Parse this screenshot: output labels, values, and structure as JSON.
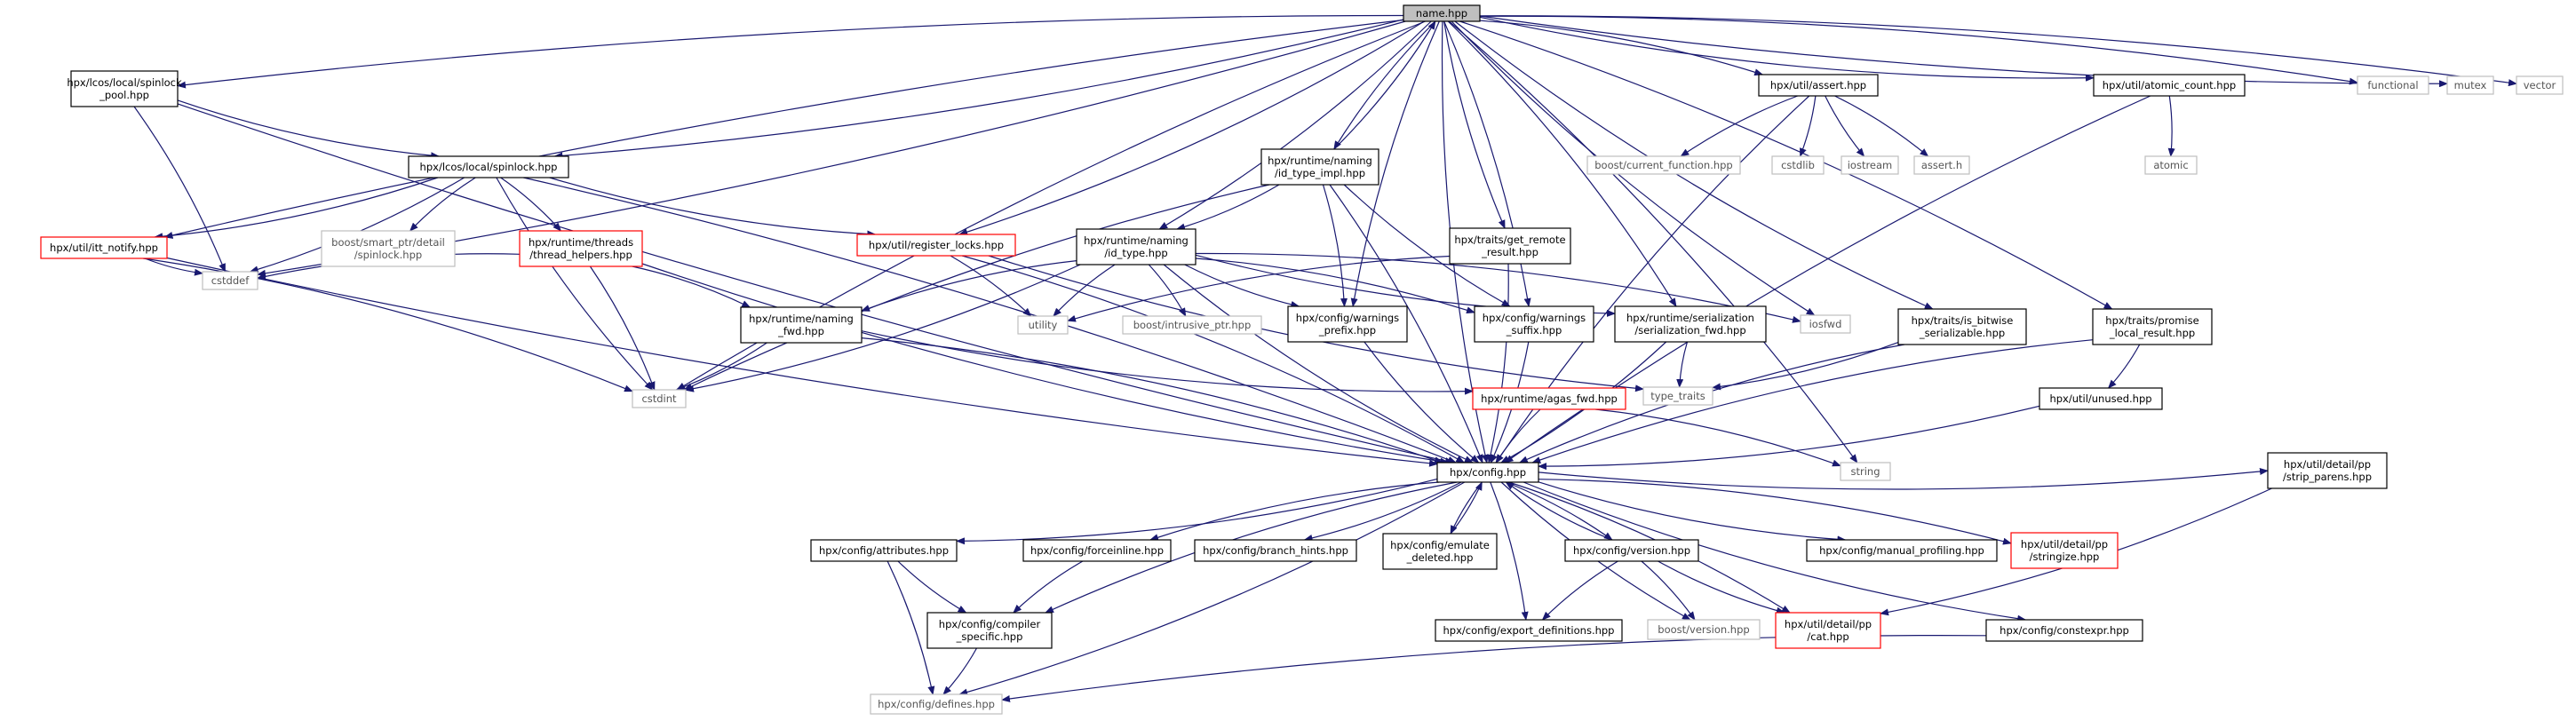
{
  "diagram": {
    "nodes": [
      {
        "id": "name",
        "lines": [
          "name.hpp"
        ],
        "style": "root"
      },
      {
        "id": "spinlock_pool",
        "lines": [
          "hpx/lcos/local/spinlock",
          "_pool.hpp"
        ],
        "style": "normal"
      },
      {
        "id": "spinlock",
        "lines": [
          "hpx/lcos/local/spinlock.hpp"
        ],
        "style": "normal"
      },
      {
        "id": "itt_notify",
        "lines": [
          "hpx/util/itt_notify.hpp"
        ],
        "style": "truncated"
      },
      {
        "id": "cstddef",
        "lines": [
          "cstddef"
        ],
        "style": "missing"
      },
      {
        "id": "smart_ptr",
        "lines": [
          "boost/smart_ptr/detail",
          "/spinlock.hpp"
        ],
        "style": "missing"
      },
      {
        "id": "thread_helpers",
        "lines": [
          "hpx/runtime/threads",
          "/thread_helpers.hpp"
        ],
        "style": "truncated"
      },
      {
        "id": "register_locks",
        "lines": [
          "hpx/util/register_locks.hpp"
        ],
        "style": "truncated"
      },
      {
        "id": "id_type_impl",
        "lines": [
          "hpx/runtime/naming",
          "/id_type_impl.hpp"
        ],
        "style": "normal"
      },
      {
        "id": "id_type",
        "lines": [
          "hpx/runtime/naming",
          "/id_type.hpp"
        ],
        "style": "normal"
      },
      {
        "id": "naming_fwd",
        "lines": [
          "hpx/runtime/naming",
          "_fwd.hpp"
        ],
        "style": "normal"
      },
      {
        "id": "cstdint",
        "lines": [
          "cstdint"
        ],
        "style": "missing"
      },
      {
        "id": "utility",
        "lines": [
          "utility"
        ],
        "style": "missing"
      },
      {
        "id": "intrusive_ptr",
        "lines": [
          "boost/intrusive_ptr.hpp"
        ],
        "style": "missing"
      },
      {
        "id": "warnings_prefix",
        "lines": [
          "hpx/config/warnings",
          "_prefix.hpp"
        ],
        "style": "normal"
      },
      {
        "id": "warnings_suffix",
        "lines": [
          "hpx/config/warnings",
          "_suffix.hpp"
        ],
        "style": "normal"
      },
      {
        "id": "get_remote_result",
        "lines": [
          "hpx/traits/get_remote",
          "_result.hpp"
        ],
        "style": "normal"
      },
      {
        "id": "serialization_fwd",
        "lines": [
          "hpx/runtime/serialization",
          "/serialization_fwd.hpp"
        ],
        "style": "normal"
      },
      {
        "id": "iosfwd",
        "lines": [
          "iosfwd"
        ],
        "style": "missing"
      },
      {
        "id": "type_traits",
        "lines": [
          "type_traits"
        ],
        "style": "missing"
      },
      {
        "id": "agas_fwd",
        "lines": [
          "hpx/runtime/agas_fwd.hpp"
        ],
        "style": "truncated"
      },
      {
        "id": "assert",
        "lines": [
          "hpx/util/assert.hpp"
        ],
        "style": "normal"
      },
      {
        "id": "current_function",
        "lines": [
          "boost/current_function.hpp"
        ],
        "style": "missing"
      },
      {
        "id": "cstdlib",
        "lines": [
          "cstdlib"
        ],
        "style": "missing"
      },
      {
        "id": "iostream",
        "lines": [
          "iostream"
        ],
        "style": "missing"
      },
      {
        "id": "assert_h",
        "lines": [
          "assert.h"
        ],
        "style": "missing"
      },
      {
        "id": "atomic_count",
        "lines": [
          "hpx/util/atomic_count.hpp"
        ],
        "style": "normal"
      },
      {
        "id": "atomic",
        "lines": [
          "atomic"
        ],
        "style": "missing"
      },
      {
        "id": "functional",
        "lines": [
          "functional"
        ],
        "style": "missing"
      },
      {
        "id": "mutex",
        "lines": [
          "mutex"
        ],
        "style": "missing"
      },
      {
        "id": "vector",
        "lines": [
          "vector"
        ],
        "style": "missing"
      },
      {
        "id": "is_bitwise",
        "lines": [
          "hpx/traits/is_bitwise",
          "_serializable.hpp"
        ],
        "style": "normal"
      },
      {
        "id": "promise_local",
        "lines": [
          "hpx/traits/promise",
          "_local_result.hpp"
        ],
        "style": "normal"
      },
      {
        "id": "unused",
        "lines": [
          "hpx/util/unused.hpp"
        ],
        "style": "normal"
      },
      {
        "id": "strip_parens",
        "lines": [
          "hpx/util/detail/pp",
          "/strip_parens.hpp"
        ],
        "style": "normal"
      },
      {
        "id": "string",
        "lines": [
          "string"
        ],
        "style": "missing"
      },
      {
        "id": "config",
        "lines": [
          "hpx/config.hpp"
        ],
        "style": "normal"
      },
      {
        "id": "attributes",
        "lines": [
          "hpx/config/attributes.hpp"
        ],
        "style": "normal"
      },
      {
        "id": "forceinline",
        "lines": [
          "hpx/config/forceinline.hpp"
        ],
        "style": "normal"
      },
      {
        "id": "branch_hints",
        "lines": [
          "hpx/config/branch_hints.hpp"
        ],
        "style": "normal"
      },
      {
        "id": "emulate_deleted",
        "lines": [
          "hpx/config/emulate",
          "_deleted.hpp"
        ],
        "style": "normal"
      },
      {
        "id": "version",
        "lines": [
          "hpx/config/version.hpp"
        ],
        "style": "normal"
      },
      {
        "id": "manual_profiling",
        "lines": [
          "hpx/config/manual_profiling.hpp"
        ],
        "style": "normal"
      },
      {
        "id": "stringize",
        "lines": [
          "hpx/util/detail/pp",
          "/stringize.hpp"
        ],
        "style": "truncated"
      },
      {
        "id": "compiler_specific",
        "lines": [
          "hpx/config/compiler",
          "_specific.hpp"
        ],
        "style": "normal"
      },
      {
        "id": "export_definitions",
        "lines": [
          "hpx/config/export_definitions.hpp"
        ],
        "style": "normal"
      },
      {
        "id": "boost_version",
        "lines": [
          "boost/version.hpp"
        ],
        "style": "missing"
      },
      {
        "id": "cat",
        "lines": [
          "hpx/util/detail/pp",
          "/cat.hpp"
        ],
        "style": "truncated"
      },
      {
        "id": "constexpr",
        "lines": [
          "hpx/config/constexpr.hpp"
        ],
        "style": "normal"
      },
      {
        "id": "defines",
        "lines": [
          "hpx/config/defines.hpp"
        ],
        "style": "missing"
      }
    ],
    "edges": [
      [
        "name",
        "spinlock_pool"
      ],
      [
        "name",
        "spinlock"
      ],
      [
        "name",
        "itt_notify"
      ],
      [
        "name",
        "cstddef"
      ],
      [
        "name",
        "cstdint"
      ],
      [
        "name",
        "register_locks"
      ],
      [
        "name",
        "id_type_impl"
      ],
      [
        "name",
        "id_type"
      ],
      [
        "name",
        "warnings_prefix"
      ],
      [
        "name",
        "warnings_suffix"
      ],
      [
        "name",
        "get_remote_result"
      ],
      [
        "name",
        "serialization_fwd"
      ],
      [
        "name",
        "iosfwd"
      ],
      [
        "name",
        "assert"
      ],
      [
        "name",
        "atomic_count"
      ],
      [
        "name",
        "functional"
      ],
      [
        "name",
        "mutex"
      ],
      [
        "name",
        "vector"
      ],
      [
        "name",
        "is_bitwise"
      ],
      [
        "name",
        "promise_local"
      ],
      [
        "name",
        "config"
      ],
      [
        "name",
        "string"
      ],
      [
        "spinlock_pool",
        "spinlock"
      ],
      [
        "spinlock_pool",
        "cstddef"
      ],
      [
        "spinlock_pool",
        "config"
      ],
      [
        "spinlock",
        "itt_notify"
      ],
      [
        "spinlock",
        "smart_ptr"
      ],
      [
        "spinlock",
        "thread_helpers"
      ],
      [
        "spinlock",
        "register_locks"
      ],
      [
        "spinlock",
        "cstddef"
      ],
      [
        "spinlock",
        "cstdint"
      ],
      [
        "spinlock",
        "config"
      ],
      [
        "itt_notify",
        "cstddef"
      ],
      [
        "itt_notify",
        "cstdint"
      ],
      [
        "itt_notify",
        "config"
      ],
      [
        "thread_helpers",
        "naming_fwd"
      ],
      [
        "thread_helpers",
        "cstddef"
      ],
      [
        "thread_helpers",
        "cstdint"
      ],
      [
        "thread_helpers",
        "config"
      ],
      [
        "register_locks",
        "utility"
      ],
      [
        "register_locks",
        "type_traits"
      ],
      [
        "register_locks",
        "config"
      ],
      [
        "id_type_impl",
        "name"
      ],
      [
        "id_type_impl",
        "id_type"
      ],
      [
        "id_type_impl",
        "cstdint"
      ],
      [
        "id_type_impl",
        "warnings_prefix"
      ],
      [
        "id_type_impl",
        "warnings_suffix"
      ],
      [
        "id_type_impl",
        "config"
      ],
      [
        "id_type",
        "naming_fwd"
      ],
      [
        "id_type",
        "cstdint"
      ],
      [
        "id_type",
        "utility"
      ],
      [
        "id_type",
        "intrusive_ptr"
      ],
      [
        "id_type",
        "warnings_prefix"
      ],
      [
        "id_type",
        "warnings_suffix"
      ],
      [
        "id_type",
        "serialization_fwd"
      ],
      [
        "id_type",
        "iosfwd"
      ],
      [
        "id_type",
        "config"
      ],
      [
        "naming_fwd",
        "cstdint"
      ],
      [
        "naming_fwd",
        "agas_fwd"
      ],
      [
        "naming_fwd",
        "config"
      ],
      [
        "warnings_prefix",
        "config"
      ],
      [
        "warnings_suffix",
        "config"
      ],
      [
        "get_remote_result",
        "utility"
      ],
      [
        "get_remote_result",
        "config"
      ],
      [
        "serialization_fwd",
        "type_traits"
      ],
      [
        "serialization_fwd",
        "config"
      ],
      [
        "agas_fwd",
        "config"
      ],
      [
        "agas_fwd",
        "string"
      ],
      [
        "assert",
        "current_function"
      ],
      [
        "assert",
        "cstdlib"
      ],
      [
        "assert",
        "iostream"
      ],
      [
        "assert",
        "assert_h"
      ],
      [
        "assert",
        "config"
      ],
      [
        "atomic_count",
        "atomic"
      ],
      [
        "atomic_count",
        "config"
      ],
      [
        "is_bitwise",
        "type_traits"
      ],
      [
        "is_bitwise",
        "config"
      ],
      [
        "promise_local",
        "unused"
      ],
      [
        "promise_local",
        "config"
      ],
      [
        "unused",
        "config"
      ],
      [
        "config",
        "strip_parens"
      ],
      [
        "config",
        "attributes"
      ],
      [
        "config",
        "forceinline"
      ],
      [
        "config",
        "branch_hints"
      ],
      [
        "config",
        "emulate_deleted"
      ],
      [
        "config",
        "version"
      ],
      [
        "config",
        "manual_profiling"
      ],
      [
        "config",
        "stringize"
      ],
      [
        "config",
        "compiler_specific"
      ],
      [
        "config",
        "export_definitions"
      ],
      [
        "config",
        "boost_version"
      ],
      [
        "config",
        "cat"
      ],
      [
        "config",
        "constexpr"
      ],
      [
        "config",
        "defines"
      ],
      [
        "emulate_deleted",
        "config"
      ],
      [
        "version",
        "config"
      ],
      [
        "attributes",
        "compiler_specific"
      ],
      [
        "attributes",
        "defines"
      ],
      [
        "forceinline",
        "compiler_specific"
      ],
      [
        "compiler_specific",
        "defines"
      ],
      [
        "version",
        "export_definitions"
      ],
      [
        "version",
        "boost_version"
      ],
      [
        "version",
        "cat"
      ],
      [
        "strip_parens",
        "cat"
      ],
      [
        "constexpr",
        "defines"
      ]
    ]
  }
}
